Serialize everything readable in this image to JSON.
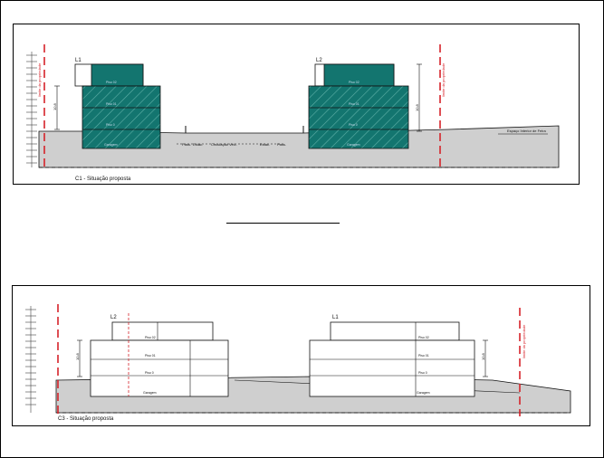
{
  "panels": {
    "c1": {
      "caption": "C1 - Situação proposta",
      "buildings": [
        {
          "label": "L1",
          "floors": [
            "Piso 02",
            "Piso 01",
            "Piso 0",
            "Garagem"
          ]
        },
        {
          "label": "L2",
          "floors": [
            "Piso 02",
            "Piso 01",
            "Piso 0",
            "Garagem"
          ]
        }
      ],
      "street": {
        "left_sidewalk": "Pass.",
        "left_side": "Estac.",
        "road": "Circulação Veic.",
        "right_side": "Estac.",
        "right_sidewalk": "Pass."
      },
      "annotation": "Espaço Interior de Feira",
      "boundary_label": "limite da propriedade",
      "dims": {
        "left": "10.8",
        "right": "10.8"
      }
    },
    "c3": {
      "caption": "C3 - Situação proposta",
      "buildings": [
        {
          "label": "L2",
          "floors": [
            "Piso 02",
            "Piso 01",
            "Piso 0",
            "Garagem"
          ]
        },
        {
          "label": "L1",
          "floors": [
            "Piso 02",
            "Piso 01",
            "Piso 0",
            "Garagem"
          ]
        }
      ],
      "boundary_label": "limite da propriedade",
      "dims": {
        "left": "10.8",
        "right": "10.8"
      }
    }
  },
  "colors": {
    "teal": "#13756f",
    "ground": "#cfcfcf",
    "boundary": "#d6232a",
    "line": "#111111"
  }
}
